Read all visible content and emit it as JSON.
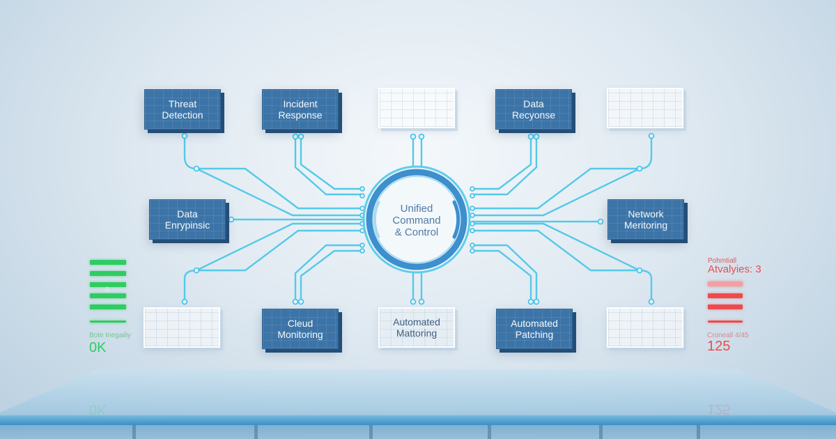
{
  "hub": {
    "lines": [
      "Unified",
      "Command",
      "& Control"
    ]
  },
  "modules": {
    "threat_detection": [
      "Threat",
      "Detection"
    ],
    "incident_response": [
      "Incident",
      "Response"
    ],
    "data_recovery": [
      "Data",
      "Recyonse"
    ],
    "data_encryption": [
      "Data",
      "Enrypinsic"
    ],
    "network_monitoring": [
      "Network",
      "Meritoring"
    ],
    "cloud_monitoring": [
      "Cleud",
      "Monitoring"
    ],
    "automated_monitoring": [
      "Automated",
      "Mattoring"
    ],
    "automated_patching": [
      "Automated",
      "Patching"
    ]
  },
  "left_gauge": {
    "label": "Bote Inegailiy",
    "value": "0K",
    "center_digit": "0",
    "color": "#2fcc62"
  },
  "right_gauge": {
    "title_line1": "Pohmtiall",
    "title_line2": "Atvalyies: 3",
    "label": "Croneall 4/45",
    "value": "125",
    "color": "#f04a4a"
  },
  "colors": {
    "wire": "#55c9e8",
    "module_blue": "#3c74a7",
    "hub_ring": "#3d8fce"
  }
}
